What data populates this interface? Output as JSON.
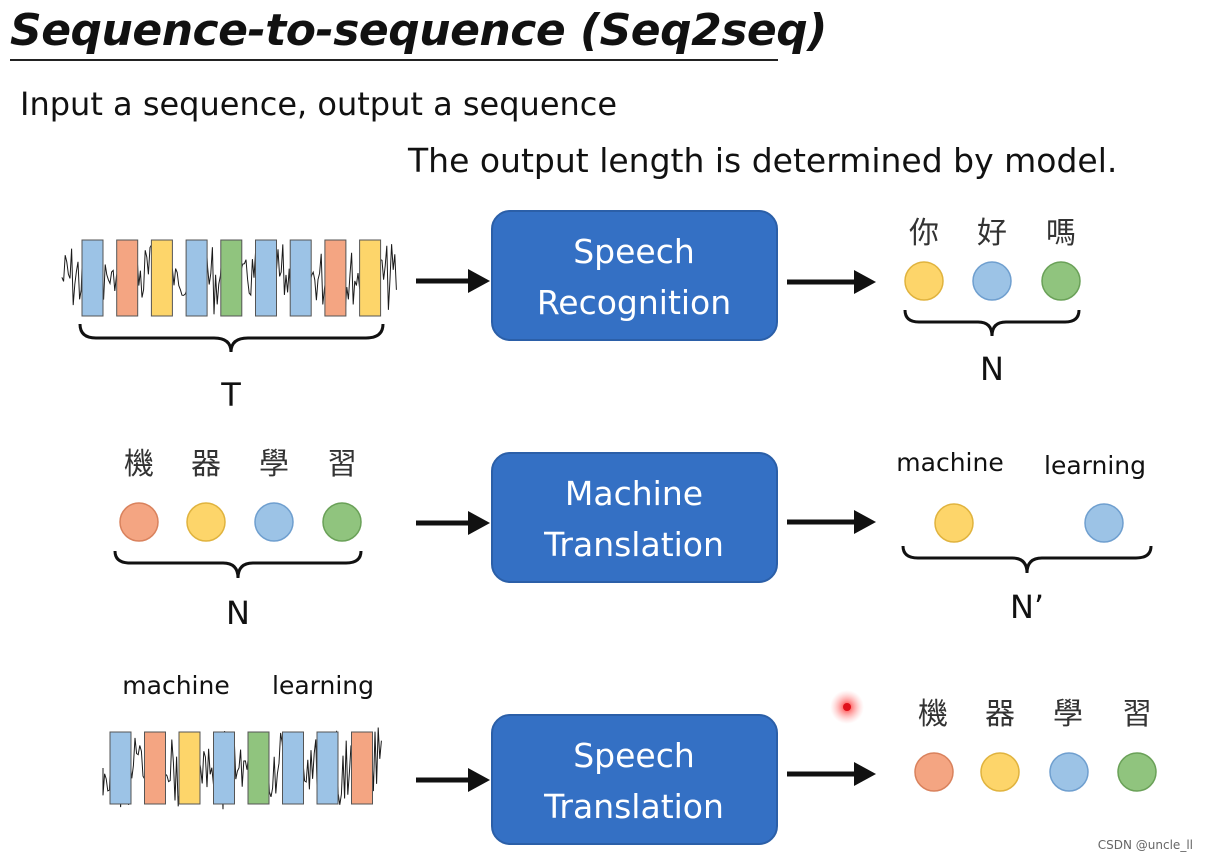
{
  "header": {
    "title": "Sequence-to-sequence (Seq2seq)",
    "subtitle": "Input a sequence, output a sequence",
    "note": "The output length is determined by model."
  },
  "rows": {
    "speech_recognition": {
      "box_line1": "Speech",
      "box_line2": "Recognition",
      "input_label": "T",
      "output_chars": [
        "你",
        "好",
        "嗎"
      ],
      "output_label": "N"
    },
    "machine_translation": {
      "box_line1": "Machine",
      "box_line2": "Translation",
      "input_chars": [
        "機",
        "器",
        "學",
        "習"
      ],
      "input_label": "N",
      "output_words": [
        "machine",
        "learning"
      ],
      "output_label": "N’"
    },
    "speech_translation": {
      "box_line1": "Speech",
      "box_line2": "Translation",
      "input_words": [
        "machine",
        "learning"
      ],
      "output_chars": [
        "機",
        "器",
        "學",
        "習"
      ]
    }
  },
  "colors": {
    "box": "#3470c4",
    "box_border": "#2b5fa8",
    "orange": "#f4a582",
    "yellow": "#fdd56a",
    "blue": "#9cc3e6",
    "green": "#90c47e",
    "laser": "#e0101a"
  },
  "watermark": "CSDN @uncle_ll"
}
